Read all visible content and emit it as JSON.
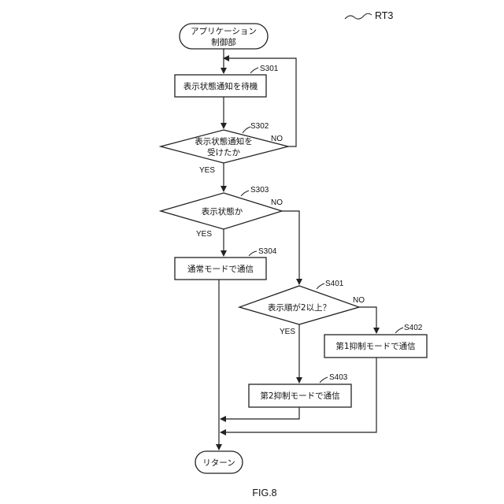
{
  "ref_label": "RT3",
  "figure_caption": "FIG.8",
  "start": {
    "line1": "アプリケーション",
    "line2": "制御部"
  },
  "end": {
    "text": "リターン"
  },
  "steps": {
    "s301": {
      "id": "S301",
      "text": "表示状態通知を待機"
    },
    "s302": {
      "id": "S302",
      "line1": "表示状態通知を",
      "line2": "受けたか",
      "yes": "YES",
      "no": "NO"
    },
    "s303": {
      "id": "S303",
      "text": "表示状態か",
      "yes": "YES",
      "no": "NO"
    },
    "s304": {
      "id": "S304",
      "text": "通常モードで通信"
    },
    "s401": {
      "id": "S401",
      "text": "表示順が2以上？",
      "yes": "YES",
      "no": "NO"
    },
    "s402": {
      "id": "S402",
      "text": "第1抑制モードで通信"
    },
    "s403": {
      "id": "S403",
      "text": "第2抑制モードで通信"
    }
  }
}
